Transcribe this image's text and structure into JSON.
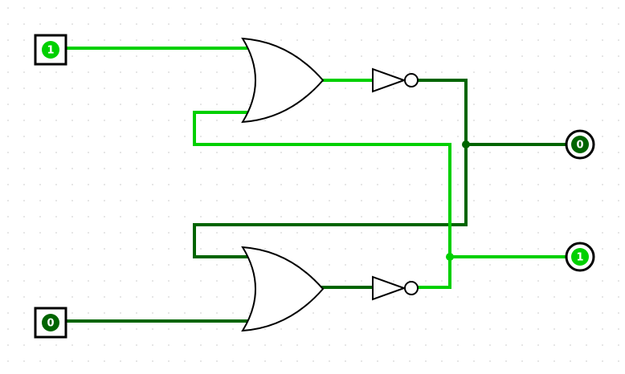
{
  "colors": {
    "wire_high": "#00d000",
    "wire_low": "#006400",
    "gate_stroke": "#000000",
    "grid_dot": "#9a9a9a",
    "pin_fill_high": "#00d000",
    "pin_fill_low": "#006400",
    "pin_text": "#ffffff",
    "background": "#ffffff"
  },
  "circuit": {
    "inputs": [
      {
        "id": "input-top",
        "value": "1"
      },
      {
        "id": "input-bottom",
        "value": "0"
      }
    ],
    "outputs": [
      {
        "id": "output-top",
        "value": "0"
      },
      {
        "id": "output-bottom",
        "value": "1"
      }
    ],
    "gates": [
      {
        "id": "or-gate-top",
        "type": "OR"
      },
      {
        "id": "or-gate-bottom",
        "type": "OR"
      },
      {
        "id": "not-gate-top",
        "type": "NOT"
      },
      {
        "id": "not-gate-bottom",
        "type": "NOT"
      }
    ]
  }
}
